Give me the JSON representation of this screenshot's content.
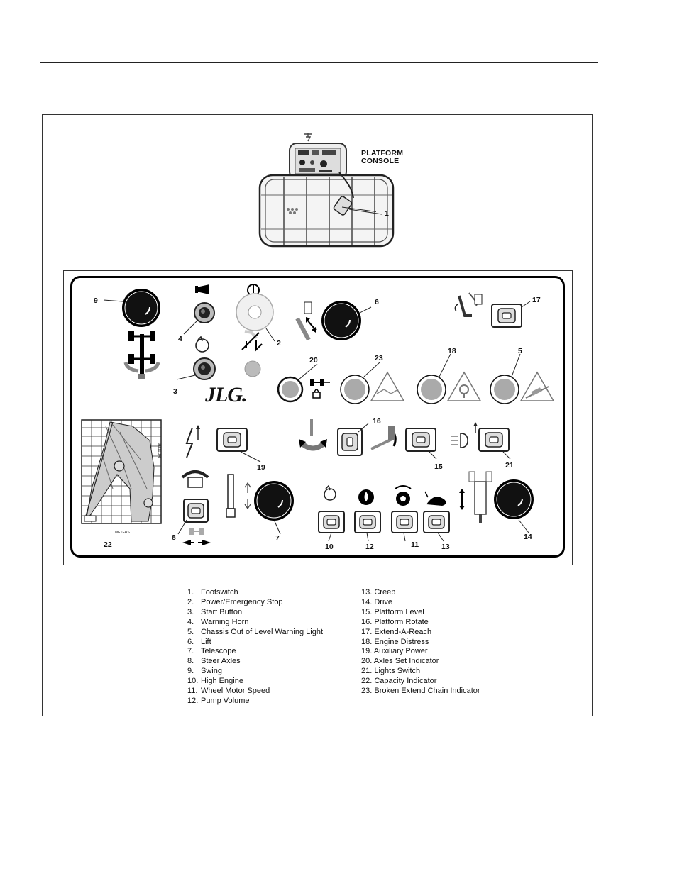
{
  "figure": {
    "console_label_line1": "PLATFORM",
    "console_label_line2": "CONSOLE",
    "footswitch_callout": "1"
  },
  "panel": {
    "brand": "JLG.",
    "chart": {
      "xlabel": "METERS",
      "ylabel": "METERS"
    },
    "callouts": {
      "n2": "2",
      "n3": "3",
      "n4": "4",
      "n5": "5",
      "n6": "6",
      "n7": "7",
      "n8": "8",
      "n9": "9",
      "n10": "10",
      "n11": "11",
      "n12": "12",
      "n13": "13",
      "n14": "14",
      "n15": "15",
      "n16": "16",
      "n17": "17",
      "n18": "18",
      "n19": "19",
      "n20": "20",
      "n21": "21",
      "n22": "22",
      "n23": "23"
    }
  },
  "legend": {
    "left": [
      {
        "num": "1.",
        "label": "Footswitch"
      },
      {
        "num": "2.",
        "label": "Power/Emergency Stop"
      },
      {
        "num": "3.",
        "label": "Start Button"
      },
      {
        "num": "4.",
        "label": "Warning Horn"
      },
      {
        "num": "5.",
        "label": "Chassis Out of Level Warning Light"
      },
      {
        "num": "6.",
        "label": "Lift"
      },
      {
        "num": "7.",
        "label": "Telescope"
      },
      {
        "num": "8.",
        "label": "Steer Axles"
      },
      {
        "num": "9.",
        "label": "Swing"
      },
      {
        "num": "10.",
        "label": "High Engine"
      },
      {
        "num": "11.",
        "label": "Wheel Motor Speed"
      },
      {
        "num": "12.",
        "label": "Pump Volume"
      }
    ],
    "right": [
      {
        "num": "13.",
        "label": "Creep"
      },
      {
        "num": "14.",
        "label": "Drive"
      },
      {
        "num": "15.",
        "label": "Platform Level"
      },
      {
        "num": "16.",
        "label": "Platform Rotate"
      },
      {
        "num": "17.",
        "label": "Extend-A-Reach"
      },
      {
        "num": "18.",
        "label": "Engine Distress"
      },
      {
        "num": "19.",
        "label": "Auxiliary Power"
      },
      {
        "num": "20.",
        "label": "Axles Set Indicator"
      },
      {
        "num": "21.",
        "label": "Lights Switch"
      },
      {
        "num": "22.",
        "label": "Capacity Indicator"
      },
      {
        "num": "23.",
        "label": "Broken Extend Chain Indicator"
      }
    ]
  }
}
